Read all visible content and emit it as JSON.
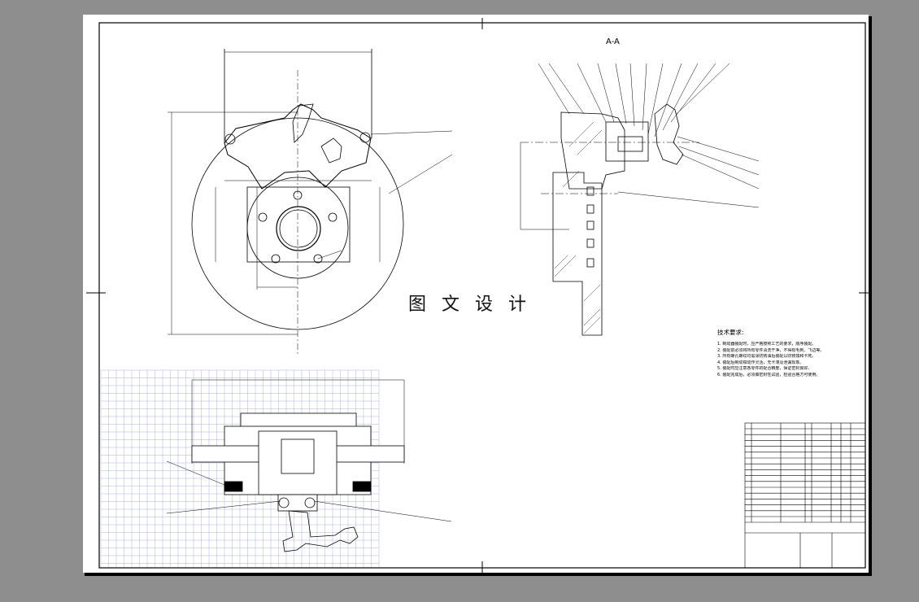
{
  "drawing": {
    "watermark": "图 文 设 计",
    "section_label": "A-A",
    "tech_title": "技术要求:",
    "tech_requirements": [
      "1. 制动器装配时，应严格按照工艺的要求，顺序装配。",
      "2. 装配前必须将所有零件清洗干净，不得有毛刺、飞边等。",
      "3. 所有螺孔螺纹均需涂防锈油后装配以防锈蚀和卡死。",
      "4. 装配后制动钳动作灵活，无卡滞及泄漏现象。",
      "5. 装配时应注意各零件的配合精度，保证密封良好。",
      "6. 装配完成后，必须做密封性试验，检验合格方可使用。"
    ],
    "colors": {
      "background": "#8e8e8e",
      "paper": "#ffffff",
      "line": "#000000",
      "grid": "#aeb0d8"
    }
  }
}
